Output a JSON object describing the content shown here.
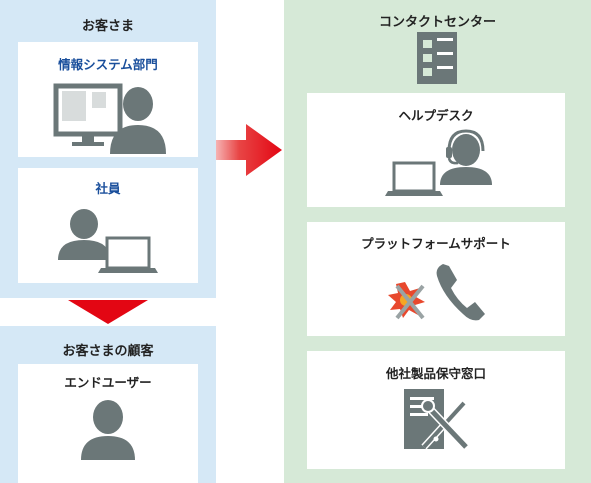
{
  "customer_panel": {
    "title": "お客さま",
    "cards": [
      {
        "label": "情報システム部門",
        "icon": "it-department-user-at-monitor-icon"
      },
      {
        "label": "社員",
        "icon": "employee-with-laptop-icon"
      }
    ]
  },
  "end_customer_panel": {
    "title": "お客さまの顧客",
    "cards": [
      {
        "label": "エンドユーザー",
        "icon": "end-user-icon"
      }
    ]
  },
  "contact_center_panel": {
    "title": "コンタクトセンター",
    "header_icon": "building-icon",
    "cards": [
      {
        "label": "ヘルプデスク",
        "icon": "helpdesk-headset-operator-icon"
      },
      {
        "label": "プラットフォームサポート",
        "icon": "phone-support-icon"
      },
      {
        "label": "他社製品保守窓口",
        "icon": "maintenance-tools-icon"
      }
    ]
  },
  "colors": {
    "customer_bg": "#d5e8f6",
    "contact_center_bg": "#d6e9d7",
    "arrow_red": "#e30613",
    "icon_gray": "#6b7778",
    "blue_label": "#1a4f9c"
  }
}
